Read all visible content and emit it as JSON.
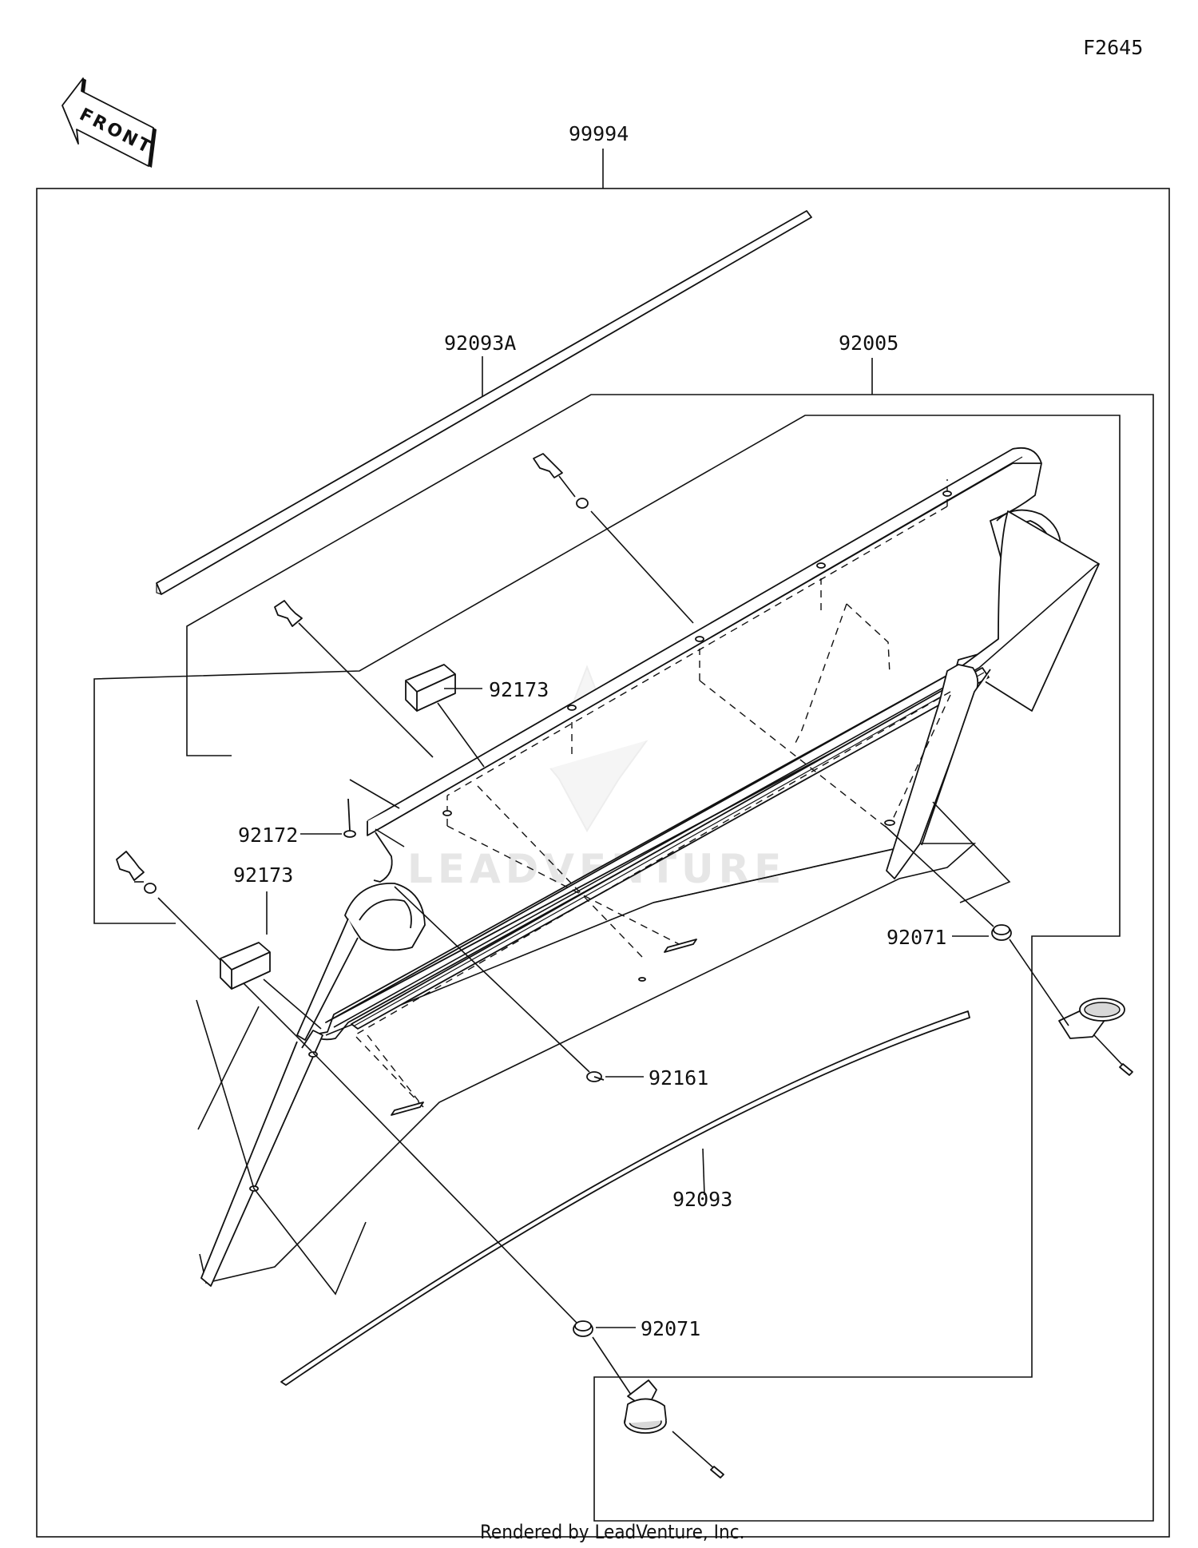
{
  "diagram_id": "F2645",
  "orientation_label": "FRONT",
  "footer": "Rendered by LeadVenture, Inc.",
  "watermark": "LEADVENTURE",
  "parts": [
    {
      "key": "kit",
      "number": "99994"
    },
    {
      "key": "weatherstrip_upper",
      "number": "92093A"
    },
    {
      "key": "panel_assembly",
      "number": "92005"
    },
    {
      "key": "clip_upper",
      "number": "92173"
    },
    {
      "key": "screw_small",
      "number": "92172"
    },
    {
      "key": "clip_lower",
      "number": "92173"
    },
    {
      "key": "grommet_right",
      "number": "92071"
    },
    {
      "key": "rivet_center",
      "number": "92161"
    },
    {
      "key": "weatherstrip_lower",
      "number": "92093"
    },
    {
      "key": "grommet_bottom",
      "number": "92071"
    }
  ]
}
